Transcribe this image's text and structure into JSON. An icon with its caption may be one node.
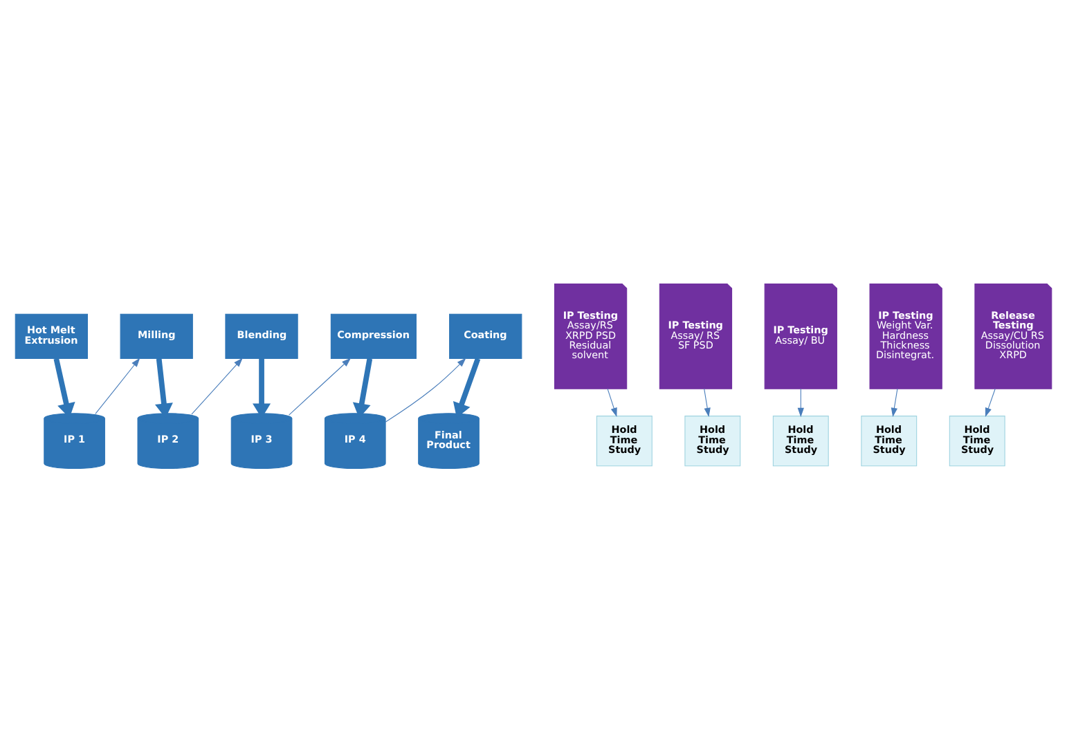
{
  "diagram": {
    "nodes": [
      {
        "text": [
          "Hot Melt Extrusion"
        ]
      },
      {
        "text": [
          "IP 1"
        ]
      },
      {
        "text": [
          "IP Testing",
          "Assay/RS XRPD PSD Residual solvent"
        ]
      },
      {
        "text": [
          "Hold Time Study"
        ]
      },
      {
        "text": [
          "Milling"
        ]
      },
      {
        "text": [
          "IP 2"
        ]
      },
      {
        "text": [
          "IP Testing",
          "Assay/ RS SF PSD"
        ]
      },
      {
        "text": [
          "Hold Time Study"
        ]
      },
      {
        "text": [
          "Blending"
        ]
      },
      {
        "text": [
          "IP 3"
        ]
      },
      {
        "text": [
          "IP Testing",
          "Assay/ BU"
        ]
      },
      {
        "text": [
          "Hold Time Study"
        ]
      },
      {
        "text": [
          "Compression"
        ]
      },
      {
        "text": [
          "IP 4"
        ]
      },
      {
        "text": [
          "IP Testing",
          "Weight Var. Hardness Thickness Disintegrat."
        ]
      },
      {
        "text": [
          "Hold Time Study"
        ]
      },
      {
        "text": [
          "Coating"
        ]
      },
      {
        "text": [
          "Final Product"
        ]
      },
      {
        "text": [
          "Release Testing",
          "Assay/CU RS Dissolution XRPD"
        ]
      },
      {
        "text": [
          "Hold Time Study"
        ]
      }
    ],
    "edges": [
      {
        "from": 0,
        "to": 1,
        "arrow": "to",
        "style": "thick"
      },
      {
        "from": 1,
        "to": 4,
        "arrow": "to"
      },
      {
        "from": 2,
        "to": 3,
        "arrow": "to"
      },
      {
        "from": 4,
        "to": 5,
        "arrow": "to",
        "style": "thick"
      },
      {
        "from": 5,
        "to": 8,
        "arrow": "to"
      },
      {
        "from": 6,
        "to": 7,
        "arrow": "to"
      },
      {
        "from": 8,
        "to": 9,
        "arrow": "to",
        "style": "thick"
      },
      {
        "from": 9,
        "to": 12,
        "arrow": "to"
      },
      {
        "from": 10,
        "to": 11,
        "arrow": "to"
      },
      {
        "from": 12,
        "to": 13,
        "arrow": "to",
        "style": "thick"
      },
      {
        "from": 13,
        "to": 16,
        "arrow": "to"
      },
      {
        "from": 14,
        "to": 15,
        "arrow": "to"
      },
      {
        "from": 16,
        "to": 17,
        "arrow": "to",
        "style": "thick"
      },
      {
        "from": 18,
        "to": 19,
        "arrow": "to"
      }
    ]
  }
}
